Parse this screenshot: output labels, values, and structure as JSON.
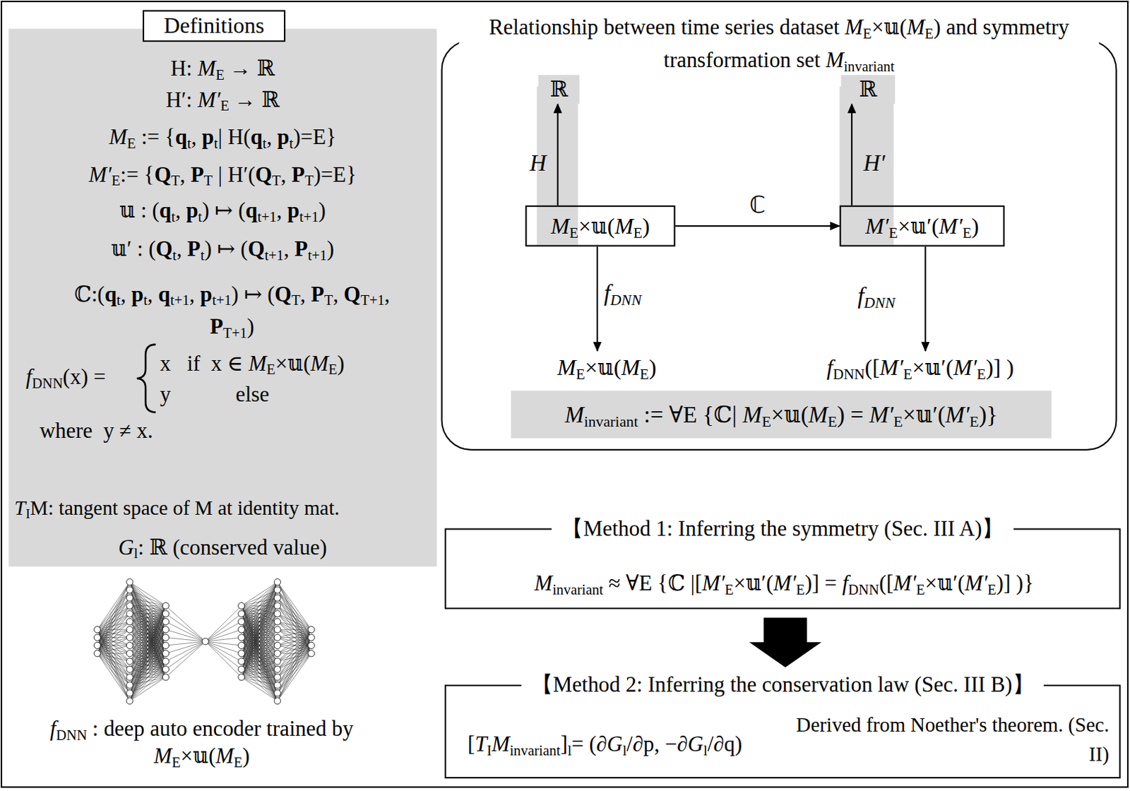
{
  "diagram": {
    "nodes": [
      {
        "text": [
          "H: ME → ℝ",
          "H′: M′E → ℝ",
          "ME := {qt, pt| H(qt, pt)=E}",
          "M′E:= {QT, PT | H′(QT, PT)=E}",
          "𝕦 : (qt, pt) ↦ (qt+1, pt+1)",
          "𝕦′ : (Qt, Pt) ↦ (Qt+1, Pt+1)",
          "ℂ:(qt, pt, qt+1, pt+1) ↦ (QT, PT, QT+1, PT+1)",
          "fDNN(x) =",
          "x   if  x ∈ ME×𝕦(ME)",
          "y            else",
          "where  y ≠ x.",
          "TIM: tangent space of M at identity mat.",
          "Gl: ℝ (conserved value)"
        ]
      },
      {
        "text": [
          "Definitions"
        ],
        "in": 0
      },
      {
        "text": [
          "Relationship between time series dataset ME×𝕦(ME) and symmetry transformation set Minvariant"
        ]
      },
      {
        "text": [
          "ℝ"
        ],
        "in": 2
      },
      {
        "text": [
          "ℝ"
        ],
        "in": 2
      },
      {
        "text": [
          "ME×𝕦(ME)"
        ],
        "in": 2
      },
      {
        "text": [
          "M′E×𝕦′(M′E)"
        ],
        "in": 2
      },
      {
        "text": [
          "ME×𝕦(ME)"
        ],
        "in": 2
      },
      {
        "text": [
          "fDNN([M′E×𝕦′(M′E)] )"
        ],
        "in": 2
      },
      {
        "text": [
          "Minvariant := ∀E {ℂ| ME×𝕦(ME) = M′E×𝕦′(M′E)}"
        ],
        "in": 2
      },
      {
        "text": [
          "【Method 1: Inferring the symmetry (Sec. III A)】",
          "Minvariant ≈ ∀E {ℂ |[M′E×𝕦′(M′E)] = fDNN([M′E×𝕦′(M′E)] )}"
        ]
      },
      {
        "text": [
          "【Method 2: Inferring the conservation law (Sec. III B)】",
          "[TIMinvariant]l= (∂Gl/∂p, −∂Gl/∂q)",
          "Derived from Noether's theorem. (Sec. II)"
        ]
      }
    ],
    "edges": [
      {
        "from": 5,
        "to": 3,
        "label": "H",
        "arrow": "to"
      },
      {
        "from": 6,
        "to": 4,
        "label": "H′",
        "arrow": "to"
      },
      {
        "from": 5,
        "to": 6,
        "label": "ℂ",
        "arrow": "to"
      },
      {
        "from": 5,
        "to": 7,
        "label": "fDNN",
        "arrow": "to"
      },
      {
        "from": 6,
        "to": 8,
        "label": "fDNN",
        "arrow": "to"
      },
      {
        "from": 10,
        "to": 11,
        "arrow": "to"
      }
    ],
    "labels": [
      "fDNN : deep auto encoder trained by ME×𝕦(ME)"
    ]
  }
}
